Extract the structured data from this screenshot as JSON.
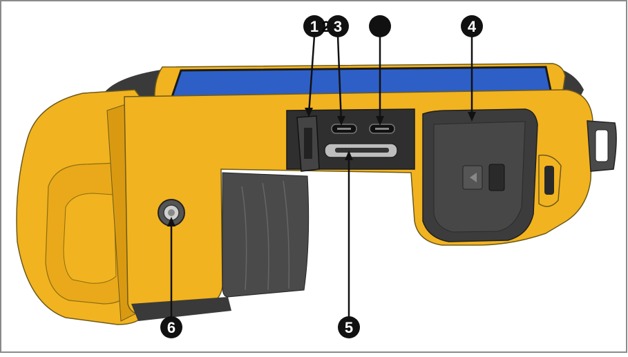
{
  "callouts": {
    "c1": "1",
    "c2": "2",
    "c3": "3",
    "c4": "4",
    "c5": "5",
    "c6": "6",
    "c_blank": ""
  },
  "colors": {
    "body_yellow": "#f2b320",
    "body_yellow_dark": "#d99a12",
    "rubber_gray": "#4a4a4a",
    "rubber_dark": "#2f2f2f",
    "screen_blue": "#2e5fc7",
    "callout_black": "#111111",
    "frame_gray": "#8a8a8a"
  }
}
